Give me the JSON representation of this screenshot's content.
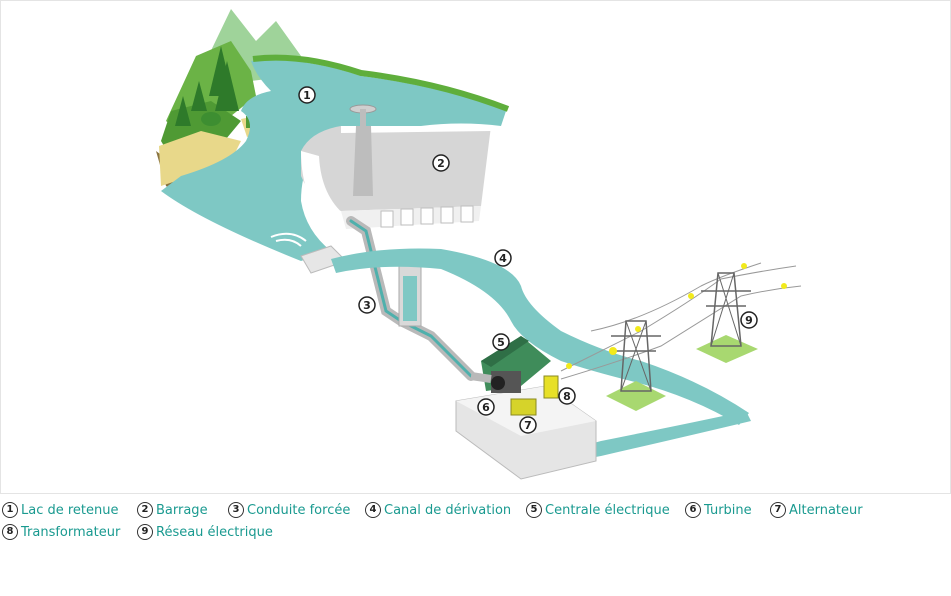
{
  "diagram": {
    "markers": [
      {
        "num": "1"
      },
      {
        "num": "2"
      },
      {
        "num": "3"
      },
      {
        "num": "4"
      },
      {
        "num": "5"
      },
      {
        "num": "6"
      },
      {
        "num": "7"
      },
      {
        "num": "8"
      },
      {
        "num": "9"
      }
    ]
  },
  "legend": {
    "items": [
      {
        "num": "1",
        "label": "Lac de retenue"
      },
      {
        "num": "2",
        "label": "Barrage"
      },
      {
        "num": "3",
        "label": "Conduite forcée"
      },
      {
        "num": "4",
        "label": "Canal de dérivation"
      },
      {
        "num": "5",
        "label": "Centrale électrique"
      },
      {
        "num": "6",
        "label": "Turbine"
      },
      {
        "num": "7",
        "label": "Alternateur"
      },
      {
        "num": "8",
        "label": "Transformateur"
      },
      {
        "num": "9",
        "label": "Réseau électrique"
      }
    ]
  },
  "colors": {
    "water": "#7ec8c4",
    "water_dark": "#4fb0ac",
    "forest": "#5aa33a",
    "concrete": "#c9c9c9",
    "legend_text": "#1a9a90",
    "spark": "#f2ea1c"
  }
}
